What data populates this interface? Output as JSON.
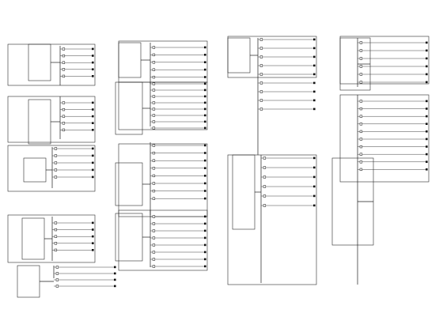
{
  "colors": {
    "ink": "#1a1a1a",
    "paper": "#ffffff"
  },
  "panels": [
    {
      "id": "panel-a",
      "feeders": [
        {
          "n": "",
          "breaker": "",
          "cable": "",
          "load": ""
        },
        {
          "n": "",
          "breaker": "",
          "cable": "",
          "load": ""
        },
        {
          "n": "",
          "breaker": "",
          "cable": "",
          "load": ""
        },
        {
          "n": "",
          "breaker": "",
          "cable": "",
          "load": ""
        },
        {
          "n": "",
          "breaker": "",
          "cable": "",
          "load": ""
        }
      ]
    },
    {
      "id": "panel-b",
      "feeders": [
        {
          "n": "",
          "breaker": "",
          "cable": "",
          "load": ""
        },
        {
          "n": "",
          "breaker": "",
          "cable": "",
          "load": ""
        },
        {
          "n": "",
          "breaker": "",
          "cable": "",
          "load": ""
        },
        {
          "n": "",
          "breaker": "",
          "cable": "",
          "load": ""
        },
        {
          "n": "",
          "breaker": "",
          "cable": "",
          "load": ""
        }
      ]
    },
    {
      "id": "panel-c",
      "feeders": [
        {
          "n": "",
          "breaker": "",
          "cable": "",
          "load": ""
        },
        {
          "n": "",
          "breaker": "",
          "cable": "",
          "load": ""
        },
        {
          "n": "",
          "breaker": "",
          "cable": "",
          "load": ""
        },
        {
          "n": "",
          "breaker": "",
          "cable": "",
          "load": ""
        },
        {
          "n": "",
          "breaker": "",
          "cable": "",
          "load": ""
        }
      ]
    },
    {
      "id": "panel-d",
      "feeders": [
        {
          "n": "",
          "breaker": "",
          "cable": "",
          "load": ""
        },
        {
          "n": "",
          "breaker": "",
          "cable": "",
          "load": ""
        },
        {
          "n": "",
          "breaker": "",
          "cable": "",
          "load": ""
        },
        {
          "n": "",
          "breaker": "",
          "cable": "",
          "load": ""
        },
        {
          "n": "",
          "breaker": "",
          "cable": "",
          "load": ""
        }
      ]
    },
    {
      "id": "panel-e",
      "feeders": [
        {
          "n": "",
          "breaker": "",
          "cable": "",
          "load": ""
        },
        {
          "n": "",
          "breaker": "",
          "cable": "",
          "load": ""
        },
        {
          "n": "",
          "breaker": "",
          "cable": "",
          "load": ""
        },
        {
          "n": "",
          "breaker": "",
          "cable": "",
          "load": ""
        }
      ]
    },
    {
      "id": "panel-f",
      "feeders": [
        {
          "n": "",
          "breaker": "",
          "cable": "",
          "load": ""
        },
        {
          "n": "",
          "breaker": "",
          "cable": "",
          "load": ""
        },
        {
          "n": "",
          "breaker": "",
          "cable": "",
          "load": ""
        },
        {
          "n": "",
          "breaker": "",
          "cable": "",
          "load": ""
        },
        {
          "n": "",
          "breaker": "",
          "cable": "",
          "load": ""
        }
      ]
    },
    {
      "id": "panel-g",
      "feeders": [
        {
          "n": "",
          "breaker": "",
          "cable": "",
          "load": ""
        },
        {
          "n": "",
          "breaker": "",
          "cable": "",
          "load": ""
        },
        {
          "n": "",
          "breaker": "",
          "cable": "",
          "load": ""
        },
        {
          "n": "",
          "breaker": "",
          "cable": "",
          "load": ""
        },
        {
          "n": "",
          "breaker": "",
          "cable": "",
          "load": ""
        },
        {
          "n": "",
          "breaker": "",
          "cable": "",
          "load": ""
        },
        {
          "n": "",
          "breaker": "",
          "cable": "",
          "load": ""
        },
        {
          "n": "",
          "breaker": "",
          "cable": "",
          "load": ""
        }
      ]
    },
    {
      "id": "panel-h",
      "feeders": [
        {
          "n": "",
          "breaker": "",
          "cable": "",
          "load": ""
        },
        {
          "n": "",
          "breaker": "",
          "cable": "",
          "load": ""
        },
        {
          "n": "",
          "breaker": "",
          "cable": "",
          "load": ""
        },
        {
          "n": "",
          "breaker": "",
          "cable": "",
          "load": ""
        },
        {
          "n": "",
          "breaker": "",
          "cable": "",
          "load": ""
        },
        {
          "n": "",
          "breaker": "",
          "cable": "",
          "load": ""
        },
        {
          "n": "",
          "breaker": "",
          "cable": "",
          "load": ""
        },
        {
          "n": "",
          "breaker": "",
          "cable": "",
          "load": ""
        }
      ]
    },
    {
      "id": "panel-i",
      "feeders": [
        {
          "n": "",
          "breaker": "",
          "cable": "",
          "load": ""
        },
        {
          "n": "",
          "breaker": "",
          "cable": "",
          "load": ""
        },
        {
          "n": "",
          "breaker": "",
          "cable": "",
          "load": ""
        },
        {
          "n": "",
          "breaker": "",
          "cable": "",
          "load": ""
        },
        {
          "n": "",
          "breaker": "",
          "cable": "",
          "load": ""
        },
        {
          "n": "",
          "breaker": "",
          "cable": "",
          "load": ""
        },
        {
          "n": "",
          "breaker": "",
          "cable": "",
          "load": ""
        },
        {
          "n": "",
          "breaker": "",
          "cable": "",
          "load": ""
        }
      ]
    },
    {
      "id": "panel-j",
      "feeders": [
        {
          "n": "",
          "breaker": "",
          "cable": "",
          "load": ""
        },
        {
          "n": "",
          "breaker": "",
          "cable": "",
          "load": ""
        },
        {
          "n": "",
          "breaker": "",
          "cable": "",
          "load": ""
        },
        {
          "n": "",
          "breaker": "",
          "cable": "",
          "load": ""
        },
        {
          "n": "",
          "breaker": "",
          "cable": "",
          "load": ""
        },
        {
          "n": "",
          "breaker": "",
          "cable": "",
          "load": ""
        },
        {
          "n": "",
          "breaker": "",
          "cable": "",
          "load": ""
        },
        {
          "n": "",
          "breaker": "",
          "cable": "",
          "load": ""
        },
        {
          "n": "",
          "breaker": "",
          "cable": "",
          "load": ""
        }
      ]
    },
    {
      "id": "panel-k",
      "feeders": [
        {
          "n": "",
          "breaker": "",
          "cable": "",
          "load": ""
        },
        {
          "n": "",
          "breaker": "",
          "cable": "",
          "load": ""
        },
        {
          "n": "",
          "breaker": "",
          "cable": "",
          "load": ""
        },
        {
          "n": "",
          "breaker": "",
          "cable": "",
          "load": ""
        },
        {
          "n": "",
          "breaker": "",
          "cable": "",
          "load": ""
        },
        {
          "n": "",
          "breaker": "",
          "cable": "",
          "load": ""
        }
      ]
    },
    {
      "id": "panel-l",
      "feeders": [
        {
          "n": "",
          "breaker": "",
          "cable": "",
          "load": ""
        },
        {
          "n": "",
          "breaker": "",
          "cable": "",
          "load": ""
        },
        {
          "n": "",
          "breaker": "",
          "cable": "",
          "load": ""
        },
        {
          "n": "",
          "breaker": "",
          "cable": "",
          "load": ""
        },
        {
          "n": "",
          "breaker": "",
          "cable": "",
          "load": ""
        },
        {
          "n": "",
          "breaker": "",
          "cable": "",
          "load": ""
        }
      ]
    },
    {
      "id": "panel-m",
      "feeders": [
        {
          "n": "",
          "breaker": "",
          "cable": "",
          "load": ""
        },
        {
          "n": "",
          "breaker": "",
          "cable": "",
          "load": ""
        },
        {
          "n": "",
          "breaker": "",
          "cable": "",
          "load": ""
        },
        {
          "n": "",
          "breaker": "",
          "cable": "",
          "load": ""
        },
        {
          "n": "",
          "breaker": "",
          "cable": "",
          "load": ""
        },
        {
          "n": "",
          "breaker": "",
          "cable": "",
          "load": ""
        },
        {
          "n": "",
          "breaker": "",
          "cable": "",
          "load": ""
        },
        {
          "n": "",
          "breaker": "",
          "cable": "",
          "load": ""
        },
        {
          "n": "",
          "breaker": "",
          "cable": "",
          "load": ""
        },
        {
          "n": "",
          "breaker": "",
          "cable": "",
          "load": ""
        }
      ]
    }
  ]
}
